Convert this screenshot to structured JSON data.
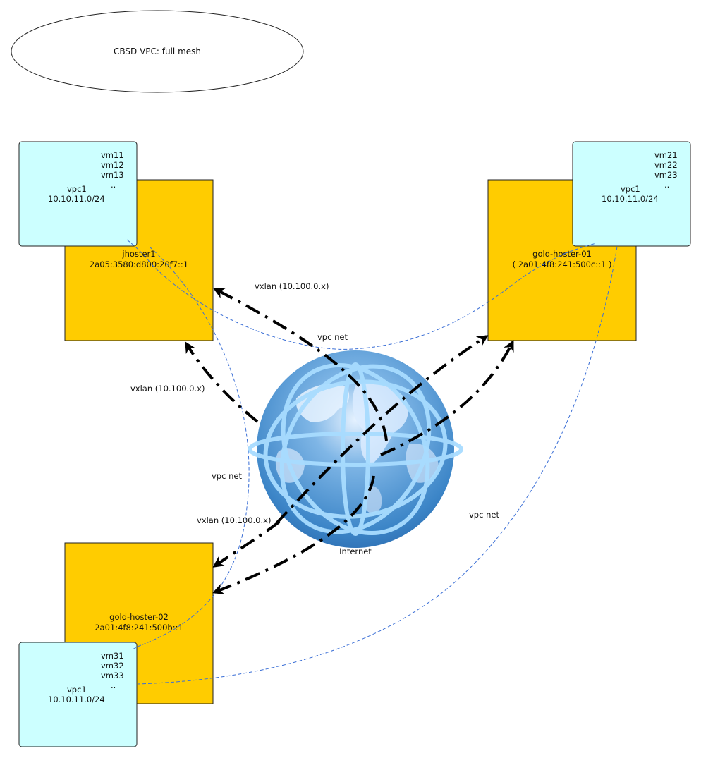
{
  "title": "CBSD VPC: full mesh",
  "internet_label": "Internet",
  "hosts": {
    "jhoster1": {
      "name": "jhoster1",
      "address": "2a05:3580:d800:20f7::1"
    },
    "gold01": {
      "name": "gold-hoster-01",
      "address": "( 2a01:4f8:241:500c::1 )"
    },
    "gold02": {
      "name": "gold-hoster-02",
      "address": "2a01:4f8:241:500b::1"
    }
  },
  "vpcs": {
    "vpc1": {
      "vms": [
        "vm11",
        "vm12",
        "vm13",
        ".."
      ],
      "name": "vpc1",
      "net": "10.10.11.0/24"
    },
    "vpc2": {
      "vms": [
        "vm21",
        "vm22",
        "vm23",
        ".."
      ],
      "name": "vpc1",
      "net": "10.10.11.0/24"
    },
    "vpc3": {
      "vms": [
        "vm31",
        "vm32",
        "vm33",
        ".."
      ],
      "name": "vpc1",
      "net": "10.10.11.0/24"
    }
  },
  "links": {
    "vxlan_top": "vxlan  (10.100.0.x)",
    "vxlan_left": "vxlan (10.100.0.x)",
    "vxlan_bottom": "vxlan (10.100.0.x)",
    "vpcnet_top": "vpc net",
    "vpcnet_left": "vpc net",
    "vpcnet_right": "vpc net"
  },
  "colors": {
    "host_fill": "#ffcc00",
    "vpc_fill": "#ccffff",
    "vpc_net_line": "#3b6fd6",
    "vxlan_line": "#000000",
    "globe_ocean": "#3d86c8",
    "globe_rings": "#a8dcff"
  }
}
